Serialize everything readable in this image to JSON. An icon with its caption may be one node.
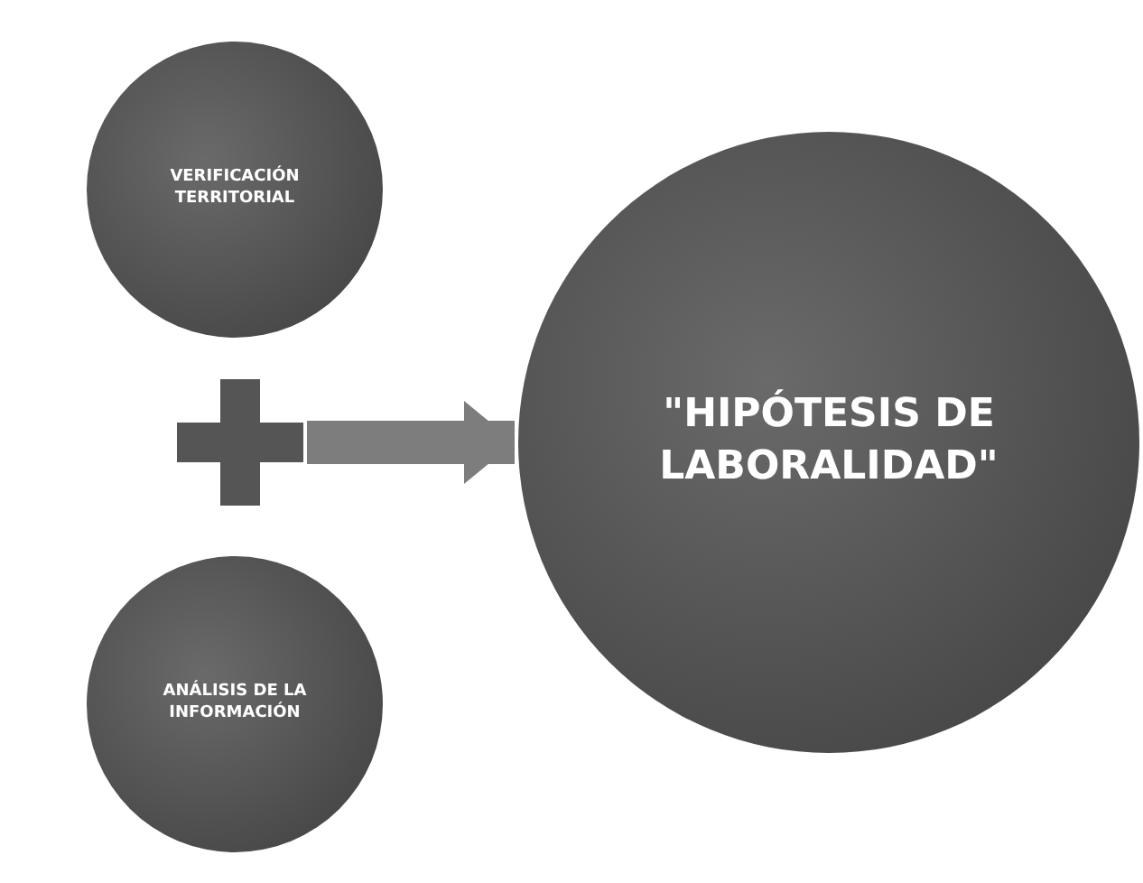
{
  "diagram": {
    "nodes": [
      {
        "text": [
          "VERIFICACIÓN TERRITORIAL"
        ]
      },
      {
        "text": [],
        "shape": "plus"
      },
      {
        "text": [
          "ANÁLISIS DE LA INFORMACIÓN"
        ]
      },
      {
        "text": [
          "\"HIPÓTESIS DE LABORALIDAD\""
        ]
      }
    ],
    "edges": [
      {
        "from": 1,
        "to": 3,
        "arrow": "to"
      }
    ]
  }
}
